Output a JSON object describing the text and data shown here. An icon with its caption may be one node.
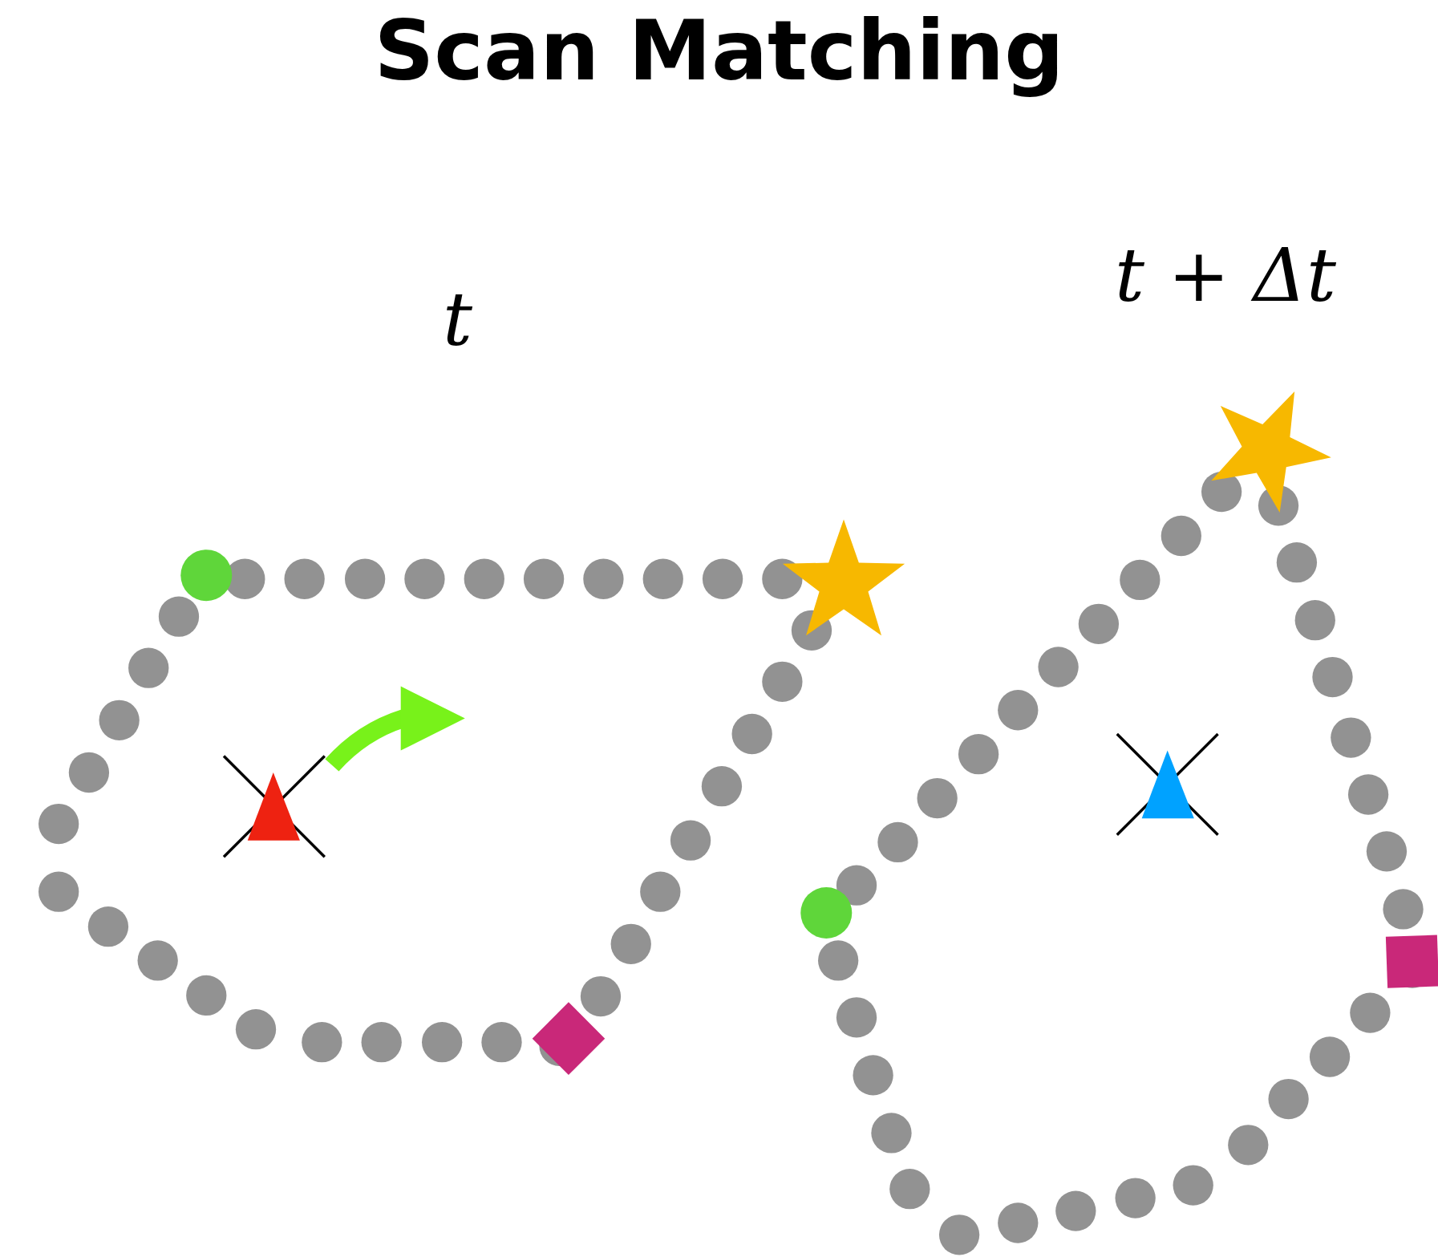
{
  "diagram": {
    "title": "Scan Matching",
    "labels": [
      "t",
      "t + Δt"
    ]
  }
}
